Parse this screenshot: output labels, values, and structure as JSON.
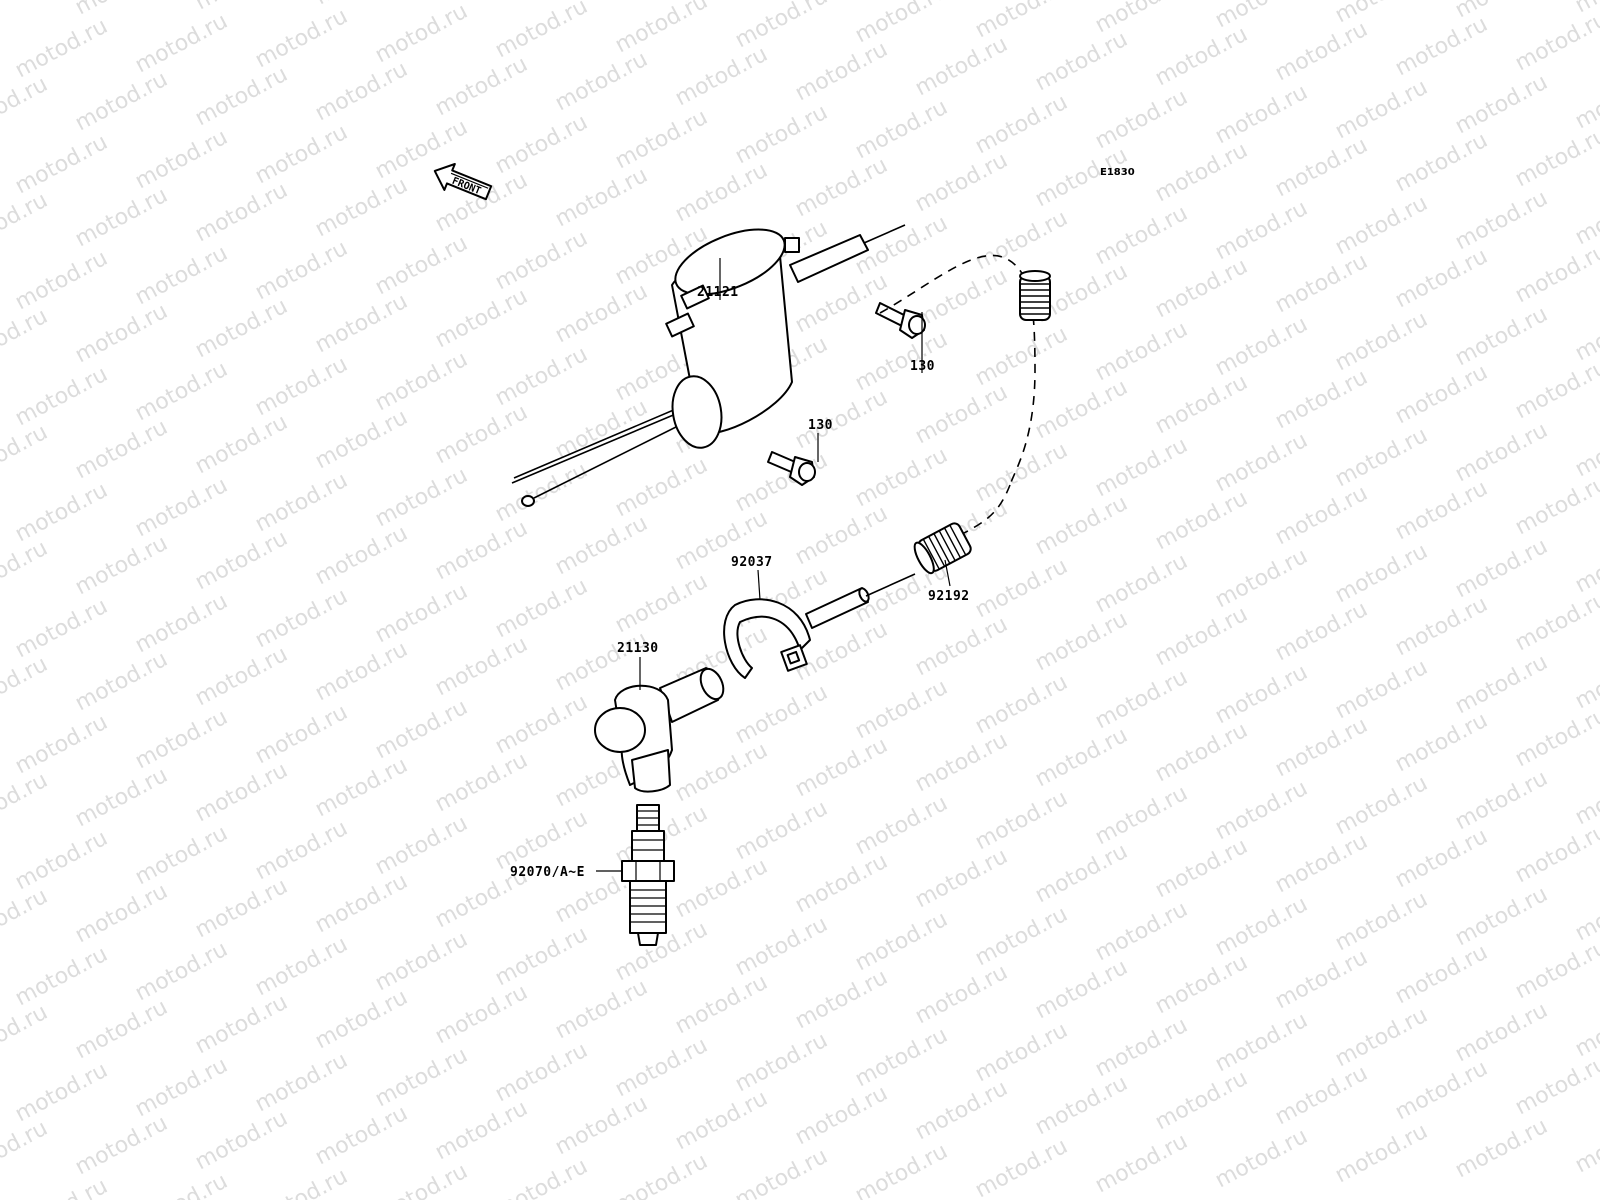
{
  "watermark": {
    "text": "motod.ru"
  },
  "diagram_code": "E1830",
  "front_arrow": {
    "text": "FRONT"
  },
  "callouts": {
    "coil": "21121",
    "bolt_upper": "130",
    "bolt_lower": "130",
    "clamp": "92037",
    "spring": "92192",
    "plug_cap": "21130",
    "spark_plug": "92070/A~E"
  },
  "colors": {
    "ink": "#000000",
    "watermark": "#dcdcdc",
    "background": "#ffffff"
  }
}
